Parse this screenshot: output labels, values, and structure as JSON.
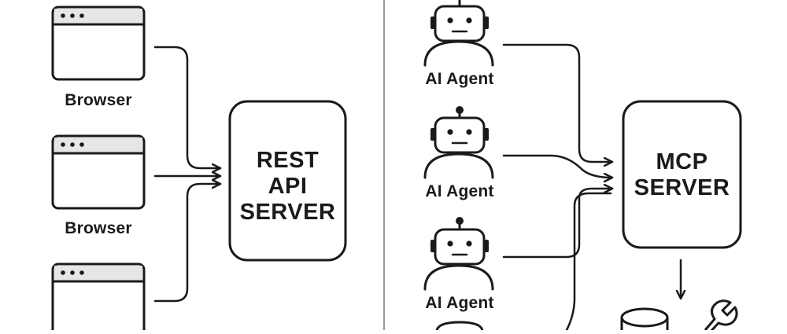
{
  "left_panel": {
    "clients": [
      {
        "label": "Browser"
      },
      {
        "label": "Browser"
      },
      {
        "label": ""
      }
    ],
    "server": {
      "line1": "REST",
      "line2": "API",
      "line3": "SERVER"
    }
  },
  "right_panel": {
    "agents": [
      {
        "label": "AI Agent"
      },
      {
        "label": "AI Agent"
      },
      {
        "label": "AI Agent"
      }
    ],
    "server": {
      "line1": "MCP",
      "line2": "SERVER"
    },
    "resources": [
      {
        "icon": "database-icon"
      },
      {
        "icon": "wrench-icon"
      }
    ]
  },
  "colors": {
    "stroke": "#1a1a1a",
    "fill": "#ffffff",
    "bar": "#e6e6e6",
    "divider": "#9a9a9a"
  }
}
